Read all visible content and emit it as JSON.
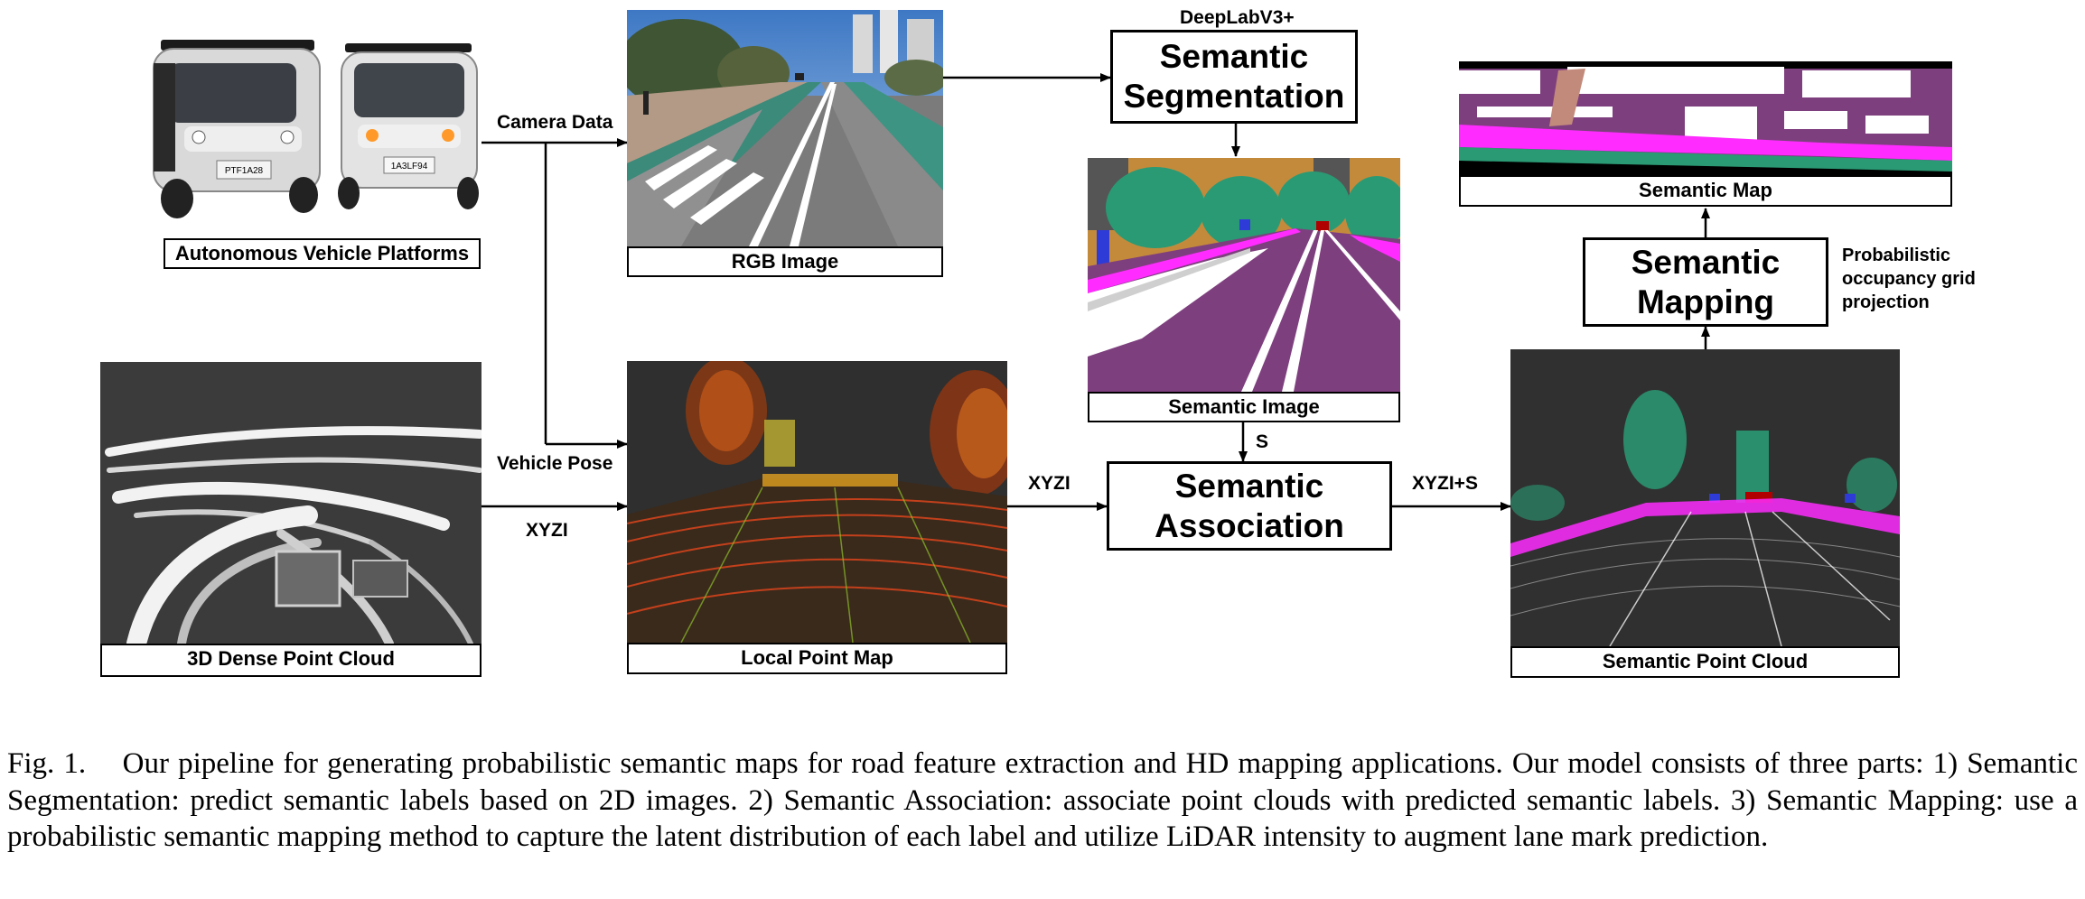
{
  "inputs": {
    "vehicles_caption": "Autonomous Vehicle Platforms",
    "vehicle_plate_left": "PTF1A28",
    "vehicle_plate_right": "1A3LF94",
    "dense_cloud_caption": "3D Dense Point Cloud"
  },
  "midstage": {
    "rgb_caption": "RGB Image",
    "local_map_caption": "Local Point Map"
  },
  "process": {
    "segmentation_model": "DeepLabV3+",
    "segmentation_line1": "Semantic",
    "segmentation_line2": "Segmentation",
    "semantic_image_caption": "Semantic Image",
    "association_line1": "Semantic",
    "association_line2": "Association",
    "semantic_cloud_caption": "Semantic Point Cloud",
    "mapping_line1": "Semantic",
    "mapping_line2": "Mapping",
    "mapping_note_line1": "Probabilistic",
    "mapping_note_line2": "occupancy grid",
    "mapping_note_line3": "projection",
    "semantic_map_caption": "Semantic Map"
  },
  "edges": {
    "camera_data": "Camera Data",
    "vehicle_pose": "Vehicle Pose",
    "xyzi_dense": "XYZI",
    "xyzi_local": "XYZI",
    "s_label": "S",
    "xyzi_s": "XYZI+S"
  },
  "figure_caption": {
    "label": "Fig. 1.",
    "text": "Our pipeline for generating probabilistic semantic maps for road feature extraction and HD mapping applications. Our model consists of three parts: 1) Semantic Segmentation: predict semantic labels based on 2D images. 2) Semantic Association: associate point clouds with predicted semantic labels. 3) Semantic Mapping: use a probabilistic semantic mapping method to capture the latent distribution of each label and utilize LiDAR intensity to augment lane mark prediction."
  },
  "colors": {
    "road": "#7e3f7e",
    "vegetation": "#2a9a74",
    "sidewalk": "#ff2bff",
    "building": "#555555",
    "sky": "#c48a3c",
    "lane_mark": "#ffffff",
    "vehicle": "#b00000",
    "pedestrian": "#2f3bd6",
    "pole": "#cfcfcf",
    "lidar_bg": "#303030"
  }
}
